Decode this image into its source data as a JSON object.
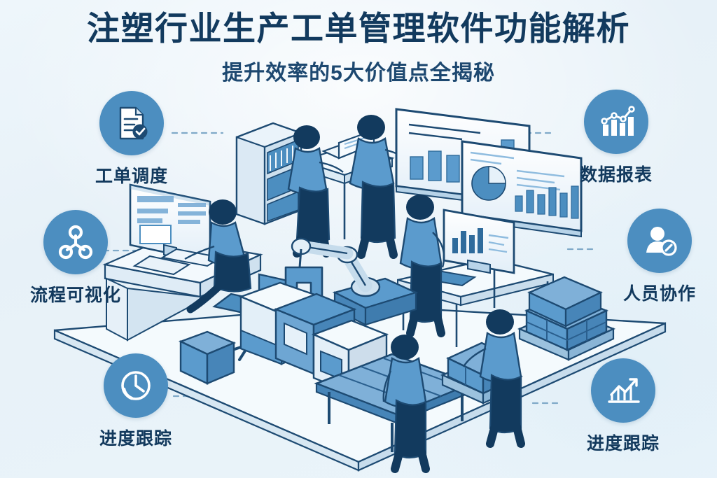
{
  "header": {
    "title": "注塑行业生产工单管理软件功能解析",
    "subtitle": "提升效率的5大价值点全揭秘",
    "title_color": "#123a5e",
    "subtitle_color": "#1d4870"
  },
  "theme": {
    "background_top": "#eef6fb",
    "background_bottom": "#eaf4fa",
    "accent_circle": "#4c8ec0",
    "ink_dark": "#123a5e",
    "fill_mid": "#5b9bcd",
    "fill_light": "#dce9f4",
    "fill_white": "#f7fbfe",
    "line": "#1d4a72"
  },
  "features": [
    {
      "id": "work-order-scheduling",
      "label": "工单调度",
      "icon": "document-check-icon",
      "position": "top-left"
    },
    {
      "id": "process-visualization",
      "label": "流程可视化",
      "icon": "node-network-icon",
      "position": "mid-left"
    },
    {
      "id": "progress-tracking-left",
      "label": "进度跟踪",
      "icon": "clock-icon",
      "position": "bottom-left"
    },
    {
      "id": "data-reports",
      "label": "数据报表",
      "icon": "bar-line-chart-icon",
      "position": "top-right"
    },
    {
      "id": "staff-collaboration",
      "label": "人员协作",
      "icon": "user-badge-icon",
      "position": "mid-right"
    },
    {
      "id": "progress-tracking-right",
      "label": "进度跟踪",
      "icon": "trending-up-chart-icon",
      "position": "bottom-right"
    }
  ],
  "scene": {
    "description": "等轴测注塑车间场景",
    "elements": [
      {
        "name": "office-desk-workstation",
        "note": "坐姿员工与台式显示器"
      },
      {
        "name": "storage-rack",
        "note": "物料货架"
      },
      {
        "name": "standing-worker-laptop",
        "note": "站立员工使用笔记本电脑"
      },
      {
        "name": "standing-worker-wall-display",
        "note": "站立员工操作大屏"
      },
      {
        "name": "wall-display-bar-chart",
        "note": "柱状图大屏"
      },
      {
        "name": "wall-display-dashboard",
        "note": "含饼图与柱状图的仪表盘大屏"
      },
      {
        "name": "standing-desk-monitor",
        "note": "站立办公桌与显示器"
      },
      {
        "name": "robotic-arm",
        "note": "机械臂抓手"
      },
      {
        "name": "injection-molding-machine",
        "note": "注塑成型设备"
      },
      {
        "name": "conveyor-belt",
        "note": "输送带"
      },
      {
        "name": "pallet-boxes-large",
        "note": "托盘货箱堆垛"
      },
      {
        "name": "pallet-boxes-small",
        "note": "小托盘货箱"
      },
      {
        "name": "worker-moving-pallet",
        "note": "搬运工人"
      },
      {
        "name": "worker-at-conveyor",
        "note": "产线旁工人"
      },
      {
        "name": "loose-box",
        "note": "独立包装箱"
      },
      {
        "name": "isometric-floor-platform",
        "note": "等轴测地台"
      }
    ]
  }
}
